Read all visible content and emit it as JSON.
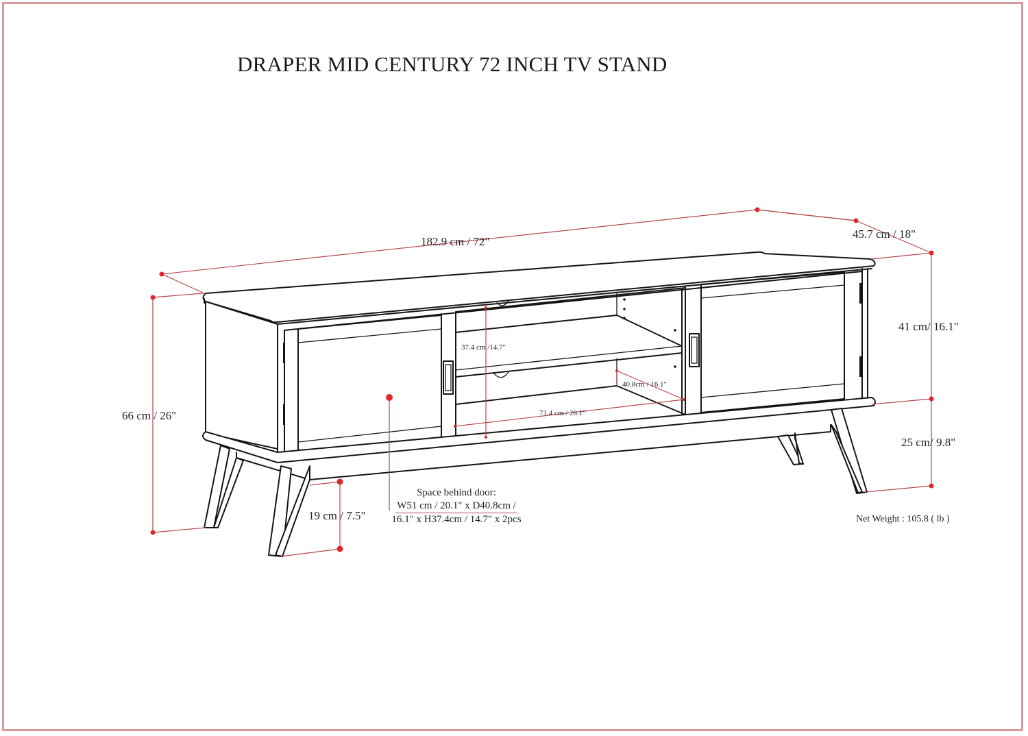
{
  "title": "DRAPER MID CENTURY 72 INCH TV STAND",
  "colors": {
    "frame": "#d69aa0",
    "dimension_line": "#b5484c",
    "dimension_dot": "#e0262b",
    "drawing_line": "#151515",
    "background": "#ffffff"
  },
  "dimensions": {
    "width": "182.9 cm / 72\"",
    "depth": "45.7 cm / 18\"",
    "total_height": "66 cm / 26\"",
    "cabinet_height": "41 cm/ 16.1\"",
    "leg_height": "25 cm/ 9.8\"",
    "leg_clearance": "19 cm / 7.5\"",
    "shelf_height": "37.4 cm /14.7\"",
    "shelf_depth": "40.8cm / 16.1\"",
    "shelf_width": "71.4 cm / 28.1\""
  },
  "door_note": {
    "line1": "Space behind door:",
    "line2": "W51 cm / 20.1\" x D40.8cm /",
    "line3": "16.1\" x H37.4cm / 14.7\" x 2pcs"
  },
  "net_weight": "Net Weight : 105.8 ( lb )"
}
